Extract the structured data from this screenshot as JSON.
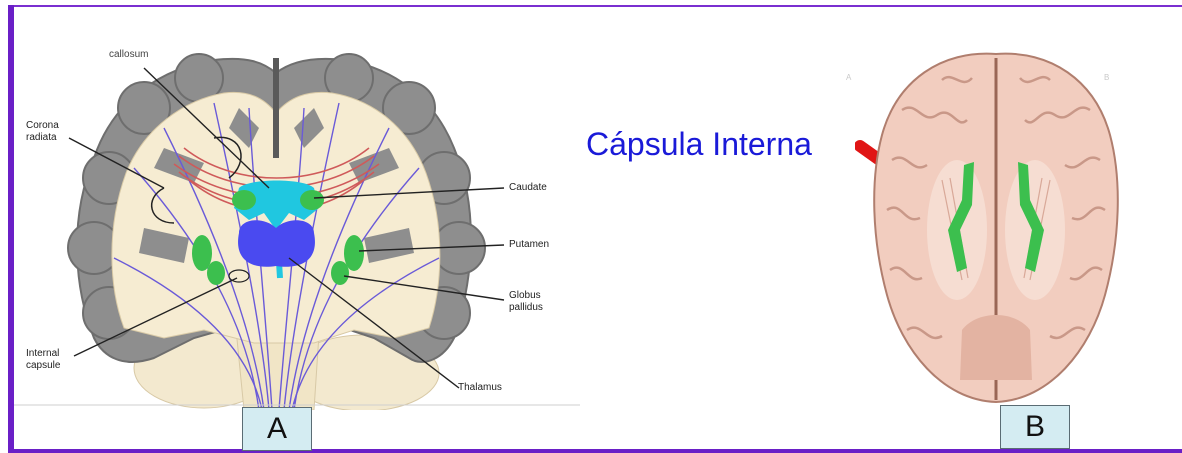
{
  "diagram_a": {
    "labels": {
      "top_cut": "callosum",
      "corona_radiata": "Corona\nradiata",
      "caudate": "Caudate",
      "putamen": "Putamen",
      "globus_pallidus": "Globus\npallidus",
      "internal_capsule": "Internal\ncapsule",
      "thalamus": "Thalamus"
    },
    "tag": "A"
  },
  "diagram_b": {
    "title": "Cápsula Interna",
    "tag": "B",
    "corner_marks": [
      "A",
      "B"
    ]
  },
  "colors": {
    "border": "#6a1fc7",
    "title": "#1a1ad8",
    "arrow": "#e01515",
    "capsule_green": "#3cbf4e",
    "thalamus_blue": "#4a4af0",
    "ventricle_cyan": "#20c7e0",
    "gray_matter": "#8e8e8e",
    "white_matter": "#f6ecd2",
    "tag_fill": "#d4ecf2"
  }
}
